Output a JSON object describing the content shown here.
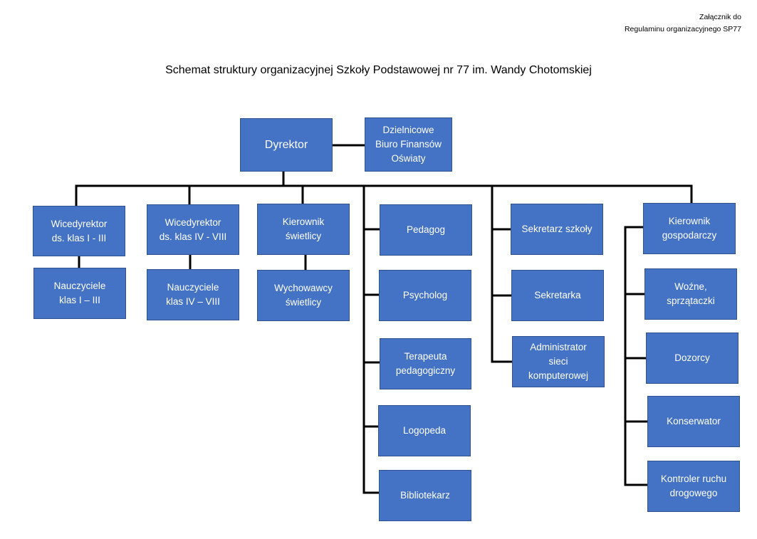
{
  "header": {
    "annex_line1": "Załącznik do",
    "annex_line2": "Regulaminu organizacyjnego SP77"
  },
  "title": "Schemat struktury organizacyjnej Szkoły Podstawowej nr 77 im. Wandy Chotomskiej",
  "colors": {
    "box_fill": "#4472c4",
    "box_border": "#2f528f",
    "box_text": "#ffffff",
    "connector": "#000000"
  },
  "boxes": {
    "dyrektor": "Dyrektor",
    "dbfo": "Dzielnicowe\nBiuro Finansów\nOświaty",
    "wicedyrektor_1_3": "Wicedyrektor\nds. klas I - III",
    "wicedyrektor_4_8": "Wicedyrektor\nds. klas IV - VIII",
    "kierownik_swietlicy": "Kierownik\nświetlicy",
    "nauczyciele_1_3": "Nauczyciele\nklas I – III",
    "nauczyciele_4_8": "Nauczyciele\nklas IV – VIII",
    "wychowawcy_swietlicy": "Wychowawcy\nświetlicy",
    "pedagog": "Pedagog",
    "psycholog": "Psycholog",
    "terapeuta": "Terapeuta\npedagogiczny",
    "logopeda": "Logopeda",
    "bibliotekarz": "Bibliotekarz",
    "sekretarz": "Sekretarz szkoły",
    "sekretarka": "Sekretarka",
    "administrator": "Administrator\nsieci\nkomputerowej",
    "kierownik_gospodarczy": "Kierownik\ngospodarczy",
    "wozne": "Woźne,\nsprzątaczki",
    "dozorcy": "Dozorcy",
    "konserwator": "Konserwator",
    "kontroler": "Kontroler ruchu\ndrogowego"
  }
}
